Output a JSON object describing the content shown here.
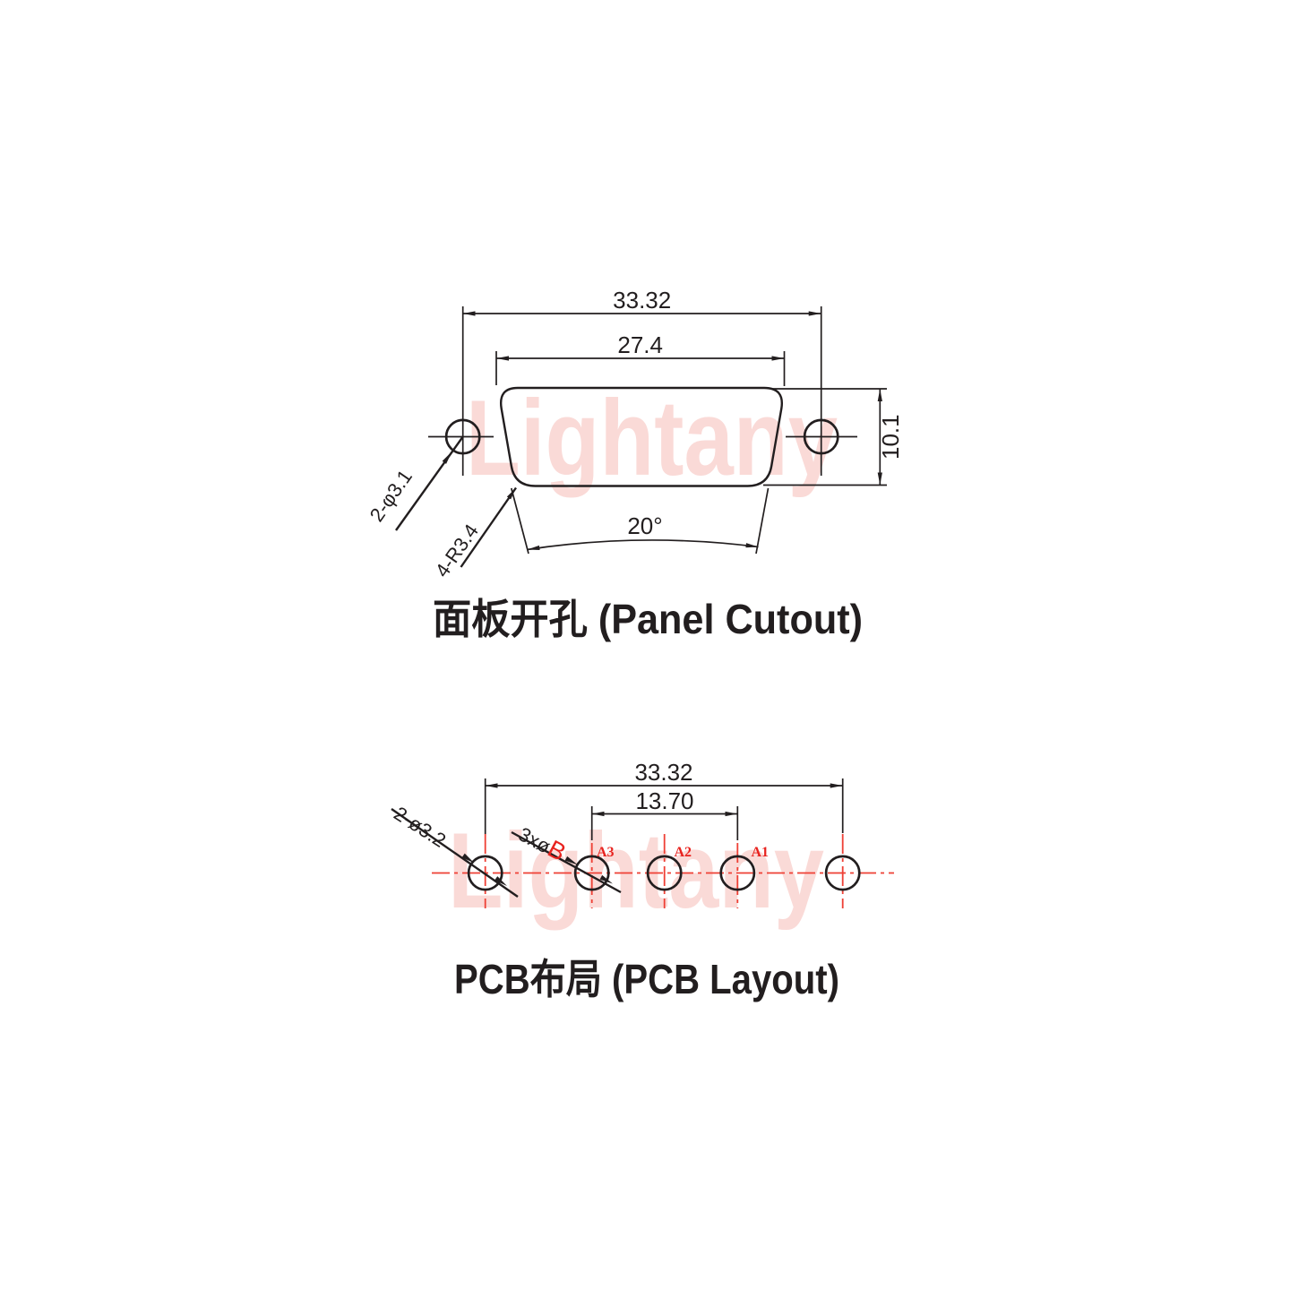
{
  "watermark": {
    "text": "Lightany"
  },
  "panel_cutout": {
    "title": "面板开孔 (Panel Cutout)",
    "dim_outer_width": "33.32",
    "dim_inner_width": "27.4",
    "dim_height": "10.1",
    "dim_taper_angle": "20°",
    "label_mount_holes": "2-φ3.1",
    "label_corner_radius": "4-R3.4"
  },
  "pcb_layout": {
    "title": "PCB布局 (PCB Layout)",
    "dim_outer_width": "33.32",
    "dim_inner_width": "13.70",
    "label_mount_holes": "2-ø3.2",
    "label_signal_holes_prefix": "3xø",
    "label_signal_holes_diameter": "B",
    "pad_labels": [
      "A3",
      "A2",
      "A1"
    ]
  },
  "colors": {
    "line": "#221e1f",
    "red_label": "#e8231f",
    "centerline_red": "#ee4035",
    "watermark_pink": "#fadad7"
  }
}
